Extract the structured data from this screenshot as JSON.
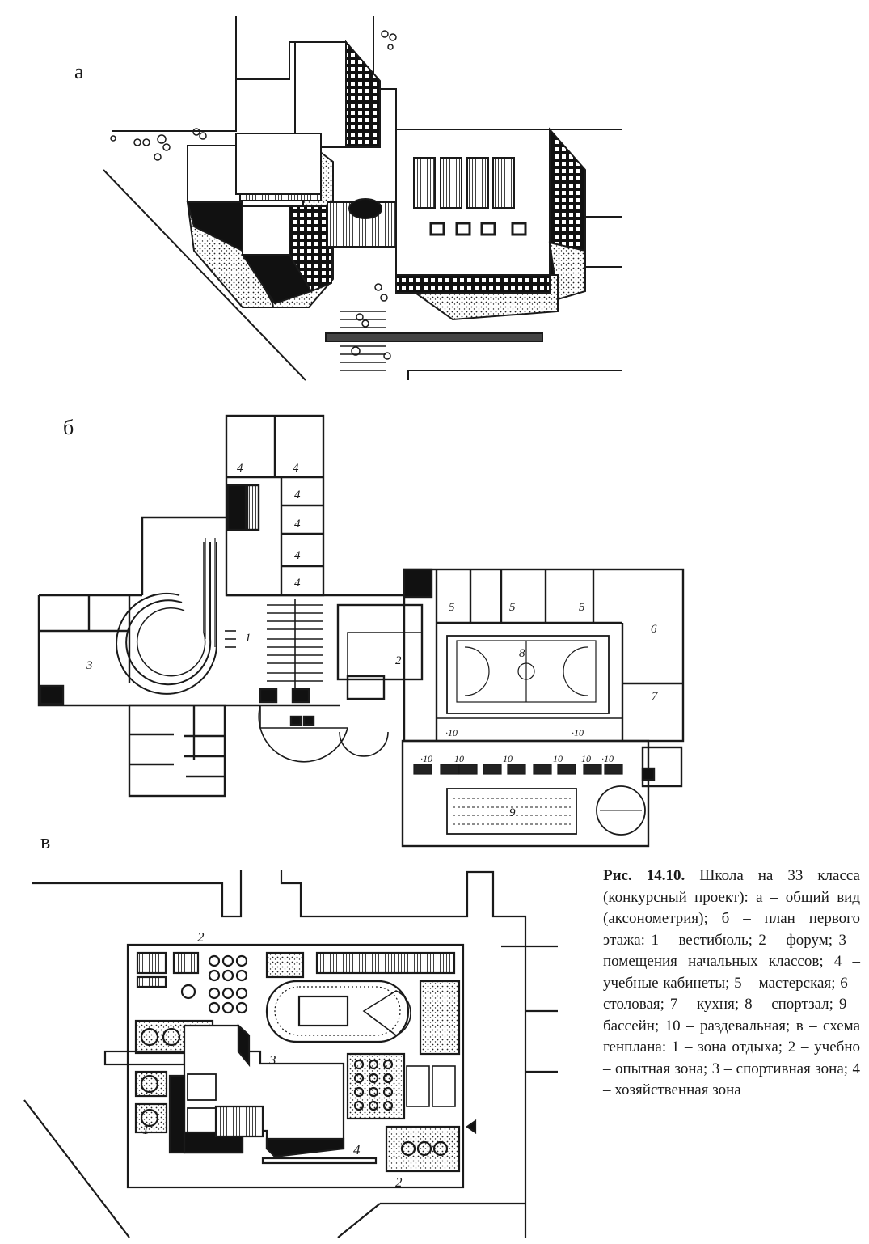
{
  "figure": {
    "panel_labels": {
      "a": "а",
      "b": "б",
      "v": "в"
    },
    "room_labels": {
      "r1": "1",
      "r2": "2",
      "r3": "3",
      "r4": [
        "4",
        "4",
        "4",
        "4",
        "4",
        "4"
      ],
      "r5": [
        "5",
        "5",
        "5"
      ],
      "r6": "6",
      "r7": "7",
      "r8": "8",
      "r9": "9",
      "r10": [
        "·10",
        "·10",
        "·10",
        "10",
        "10",
        "10",
        "10",
        "·10"
      ]
    },
    "site_labels": {
      "s1": "1",
      "s2a": "2",
      "s2b": "2",
      "s3": "3",
      "s4": "4"
    }
  },
  "caption": {
    "prefix": "Рис. 14.10.",
    "text": " Школа на 33 класса (конкурсный проект): а – общий вид (аксонометрия); б – план первого этажа: 1 – вестибюль; 2 – форум; 3 – помещения начальных классов; 4 – учебные кабинеты; 5 – мастерская; 6 – столовая; 7 – кухня; 8 – спортзал; 9 – бассейн; 10 – раздевальная; в – схема генплана: 1 – зона отдыха; 2 – учебно – опытная зона; 3 – спортивная зона; 4 – хозяйственная зона"
  }
}
